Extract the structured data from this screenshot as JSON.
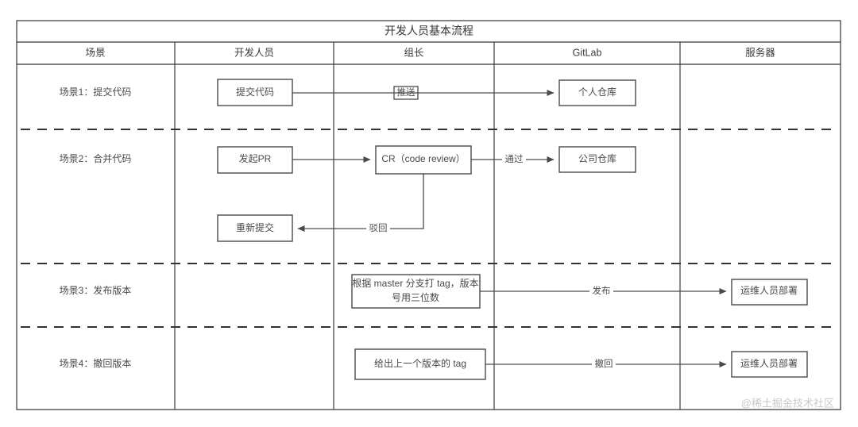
{
  "diagram": {
    "title": "开发人员基本流程",
    "columns": [
      {
        "id": "scene",
        "label": "场景"
      },
      {
        "id": "developer",
        "label": "开发人员"
      },
      {
        "id": "leader",
        "label": "组长"
      },
      {
        "id": "gitlab",
        "label": "GitLab"
      },
      {
        "id": "server",
        "label": "服务器"
      }
    ],
    "scenarios": [
      {
        "id": "s1",
        "label": "场景1：提交代码"
      },
      {
        "id": "s2",
        "label": "场景2：合并代码"
      },
      {
        "id": "s3",
        "label": "场景3：发布版本"
      },
      {
        "id": "s4",
        "label": "场景4：撤回版本"
      }
    ],
    "nodes": [
      {
        "id": "n-submit-code",
        "label": "提交代码"
      },
      {
        "id": "n-personal-repo",
        "label": "个人仓库"
      },
      {
        "id": "n-create-pr",
        "label": "发起PR"
      },
      {
        "id": "n-code-review",
        "label": "CR（code review）"
      },
      {
        "id": "n-company-repo",
        "label": "公司仓库"
      },
      {
        "id": "n-resubmit",
        "label": "重新提交"
      },
      {
        "id": "n-tag-rule-line1",
        "label": "根据 master 分支打 tag，版本"
      },
      {
        "id": "n-tag-rule-line2",
        "label": "号用三位数"
      },
      {
        "id": "n-prev-tag",
        "label": "给出上一个版本的 tag"
      },
      {
        "id": "n-ops-deploy-release",
        "label": "运维人员部署"
      },
      {
        "id": "n-ops-deploy-rollback",
        "label": "运维人员部署"
      }
    ],
    "edges": [
      {
        "id": "e-push",
        "label": "推送"
      },
      {
        "id": "e-pass",
        "label": "通过"
      },
      {
        "id": "e-reject",
        "label": "驳回"
      },
      {
        "id": "e-release",
        "label": "发布"
      },
      {
        "id": "e-rollback",
        "label": "撤回"
      }
    ],
    "watermark": "@稀土掘金技术社区",
    "colors": {
      "border": "#333333",
      "box_stroke": "#4a4a4a",
      "text": "#4a4a4a",
      "background": "#ffffff",
      "watermark": "#c9c9c9"
    }
  }
}
